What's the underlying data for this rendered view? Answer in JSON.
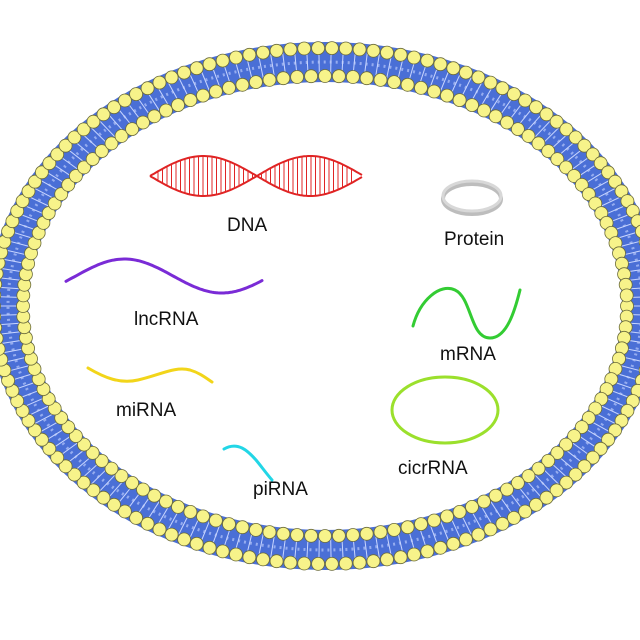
{
  "labels": {
    "dna": "DNA",
    "protein": "Protein",
    "lncrna": "lncRNA",
    "mrna": "mRNA",
    "mirna": "miRNA",
    "cicrna": "cicrRNA",
    "pirna": "piRNA"
  },
  "colors": {
    "membrane_band": "#4a6fd6",
    "membrane_band_light": "#8fa8f0",
    "lipid_head": "#f7f38a",
    "lipid_head_stroke": "#6b6b3a",
    "dna": "#e02424",
    "protein": "#b8b8b8",
    "lncrna": "#7a2bd6",
    "mrna": "#33cc33",
    "mirna": "#f2d51a",
    "cicrna": "#9be02c",
    "pirna": "#22d6e6"
  }
}
